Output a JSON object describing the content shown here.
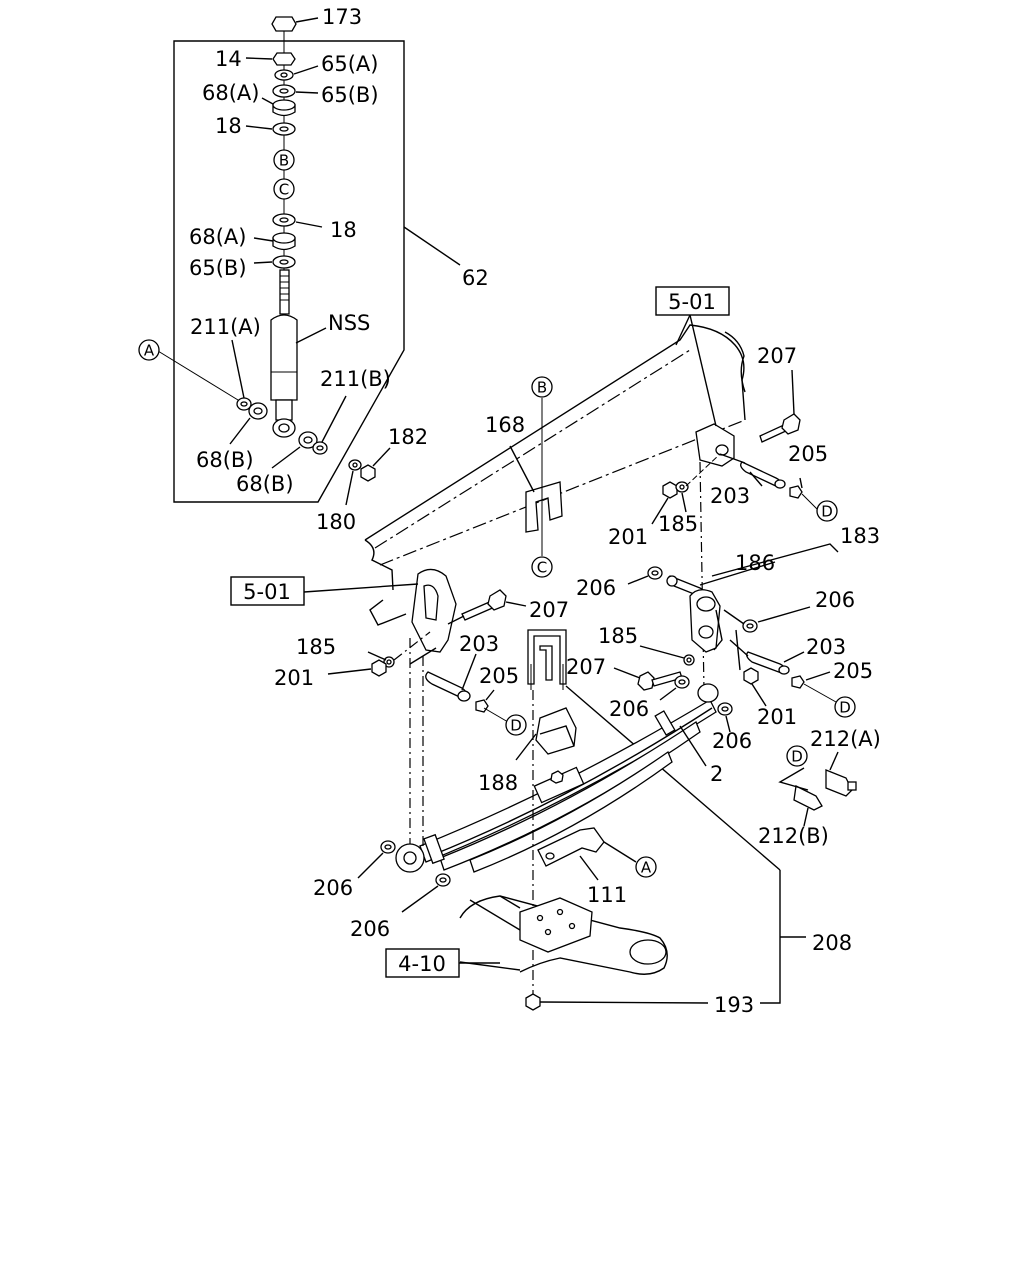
{
  "labels": [
    {
      "id": "p173",
      "text": "173"
    },
    {
      "id": "p14",
      "text": "14"
    },
    {
      "id": "p65a_top",
      "text": "65(A)"
    },
    {
      "id": "p68a_top",
      "text": "68(A)"
    },
    {
      "id": "p65b_top",
      "text": "65(B)"
    },
    {
      "id": "p18_top",
      "text": "18"
    },
    {
      "id": "p18_mid",
      "text": "18"
    },
    {
      "id": "p68a_mid",
      "text": "68(A)"
    },
    {
      "id": "p65b_mid",
      "text": "65(B)"
    },
    {
      "id": "p62",
      "text": "62"
    },
    {
      "id": "p211a",
      "text": "211(A)"
    },
    {
      "id": "pnss",
      "text": "NSS"
    },
    {
      "id": "p211b",
      "text": "211(B)"
    },
    {
      "id": "p182",
      "text": "182"
    },
    {
      "id": "p68b_l",
      "text": "68(B)"
    },
    {
      "id": "p68b_r",
      "text": "68(B)"
    },
    {
      "id": "p180",
      "text": "180"
    },
    {
      "id": "p168",
      "text": "168"
    },
    {
      "id": "p207_tr",
      "text": "207"
    },
    {
      "id": "p205_tr",
      "text": "205"
    },
    {
      "id": "p203_tr",
      "text": "203"
    },
    {
      "id": "p185_tr",
      "text": "185"
    },
    {
      "id": "p201_tr",
      "text": "201"
    },
    {
      "id": "p183",
      "text": "183"
    },
    {
      "id": "p186",
      "text": "186"
    },
    {
      "id": "p206_a",
      "text": "206"
    },
    {
      "id": "p206_b",
      "text": "206"
    },
    {
      "id": "p207_ml",
      "text": "207"
    },
    {
      "id": "p185_ml",
      "text": "185"
    },
    {
      "id": "p203_ml",
      "text": "203"
    },
    {
      "id": "p201_ml",
      "text": "201"
    },
    {
      "id": "p205_ml",
      "text": "205"
    },
    {
      "id": "p185_mr",
      "text": "185"
    },
    {
      "id": "p207_mr",
      "text": "207"
    },
    {
      "id": "p203_mr",
      "text": "203"
    },
    {
      "id": "p205_mr",
      "text": "205"
    },
    {
      "id": "p206_c",
      "text": "206"
    },
    {
      "id": "p201_mr",
      "text": "201"
    },
    {
      "id": "p206_d",
      "text": "206"
    },
    {
      "id": "p212a",
      "text": "212(A)"
    },
    {
      "id": "p188",
      "text": "188"
    },
    {
      "id": "p2",
      "text": "2"
    },
    {
      "id": "p212b",
      "text": "212(B)"
    },
    {
      "id": "p111",
      "text": "111"
    },
    {
      "id": "p206_e",
      "text": "206"
    },
    {
      "id": "p206_f",
      "text": "206"
    },
    {
      "id": "p208",
      "text": "208"
    },
    {
      "id": "p193",
      "text": "193"
    }
  ],
  "refs": [
    {
      "id": "r501_top",
      "text": "5-01"
    },
    {
      "id": "r501_left",
      "text": "5-01"
    },
    {
      "id": "r410",
      "text": "4-10"
    }
  ],
  "circled": [
    {
      "id": "cB_shock",
      "text": "B"
    },
    {
      "id": "cC_shock",
      "text": "C"
    },
    {
      "id": "cA_shock",
      "text": "A"
    },
    {
      "id": "cB_frame",
      "text": "B"
    },
    {
      "id": "cC_frame",
      "text": "C"
    },
    {
      "id": "cD_tr",
      "text": "D"
    },
    {
      "id": "cD_ml",
      "text": "D"
    },
    {
      "id": "cD_mr",
      "text": "D"
    },
    {
      "id": "cD_grease",
      "text": "D"
    },
    {
      "id": "cA_bracket",
      "text": "A"
    }
  ]
}
